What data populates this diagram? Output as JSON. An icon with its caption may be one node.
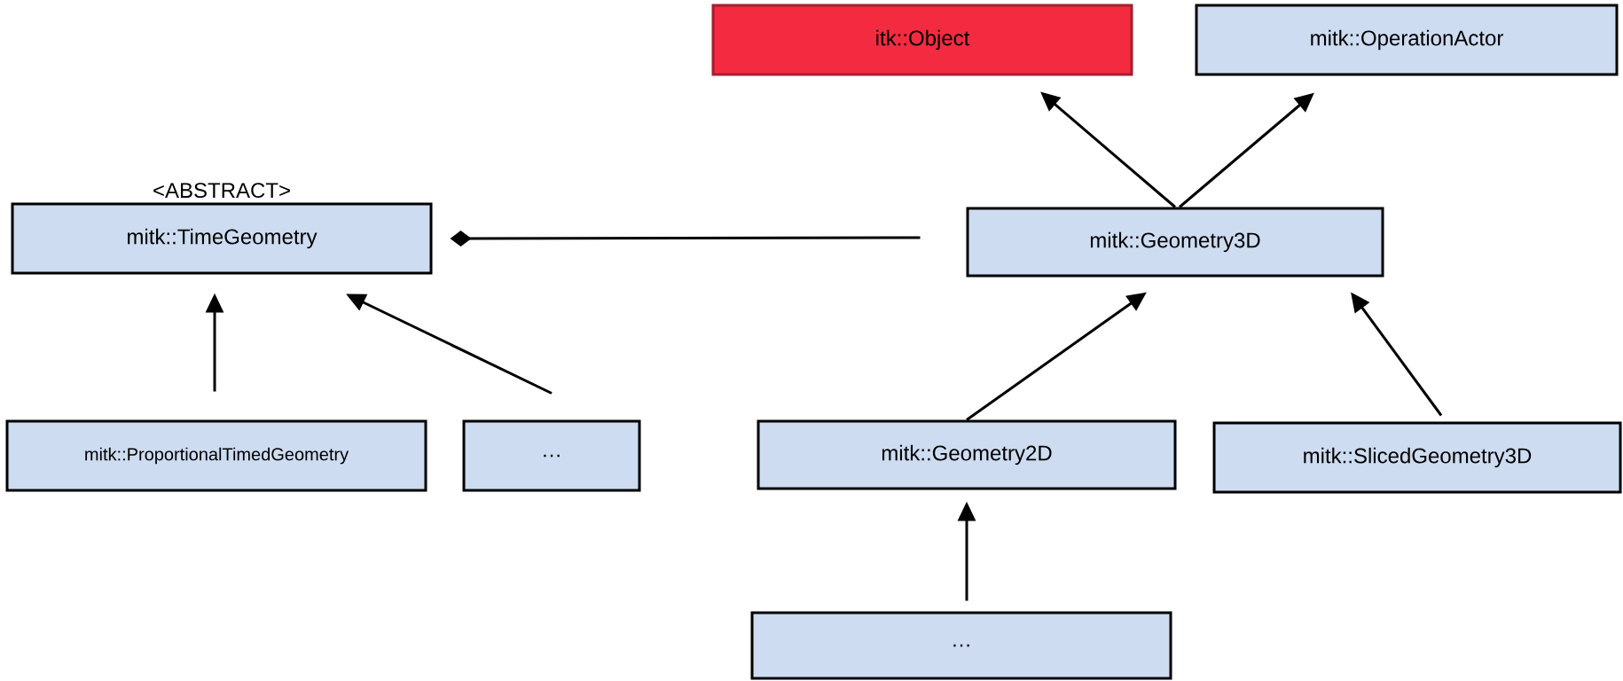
{
  "diagram": {
    "nodes": [
      {
        "text": [
          "itk::Object"
        ]
      },
      {
        "text": [
          "mitk::OperationActor"
        ]
      },
      {
        "text": [
          "<ABSTRACT>",
          "mitk::TimeGeometry"
        ]
      },
      {
        "text": [
          "mitk::Geometry3D"
        ]
      },
      {
        "text": [
          "mitk::ProportionalTimedGeometry"
        ]
      },
      {
        "text": [
          "…"
        ]
      },
      {
        "text": [
          "mitk::Geometry2D"
        ]
      },
      {
        "text": [
          "mitk::SlicedGeometry3D"
        ]
      },
      {
        "text": [
          "…"
        ]
      }
    ],
    "edges": [
      {
        "from": 3,
        "to": 0,
        "arrow": "to"
      },
      {
        "from": 3,
        "to": 1,
        "arrow": "to"
      },
      {
        "from": 3,
        "to": 2,
        "arrow": "other"
      },
      {
        "from": 4,
        "to": 2,
        "arrow": "to"
      },
      {
        "from": 5,
        "to": 2,
        "arrow": "to"
      },
      {
        "from": 6,
        "to": 3,
        "arrow": "to"
      },
      {
        "from": 7,
        "to": 3,
        "arrow": "to"
      },
      {
        "from": 8,
        "to": 6,
        "arrow": "to"
      }
    ]
  }
}
